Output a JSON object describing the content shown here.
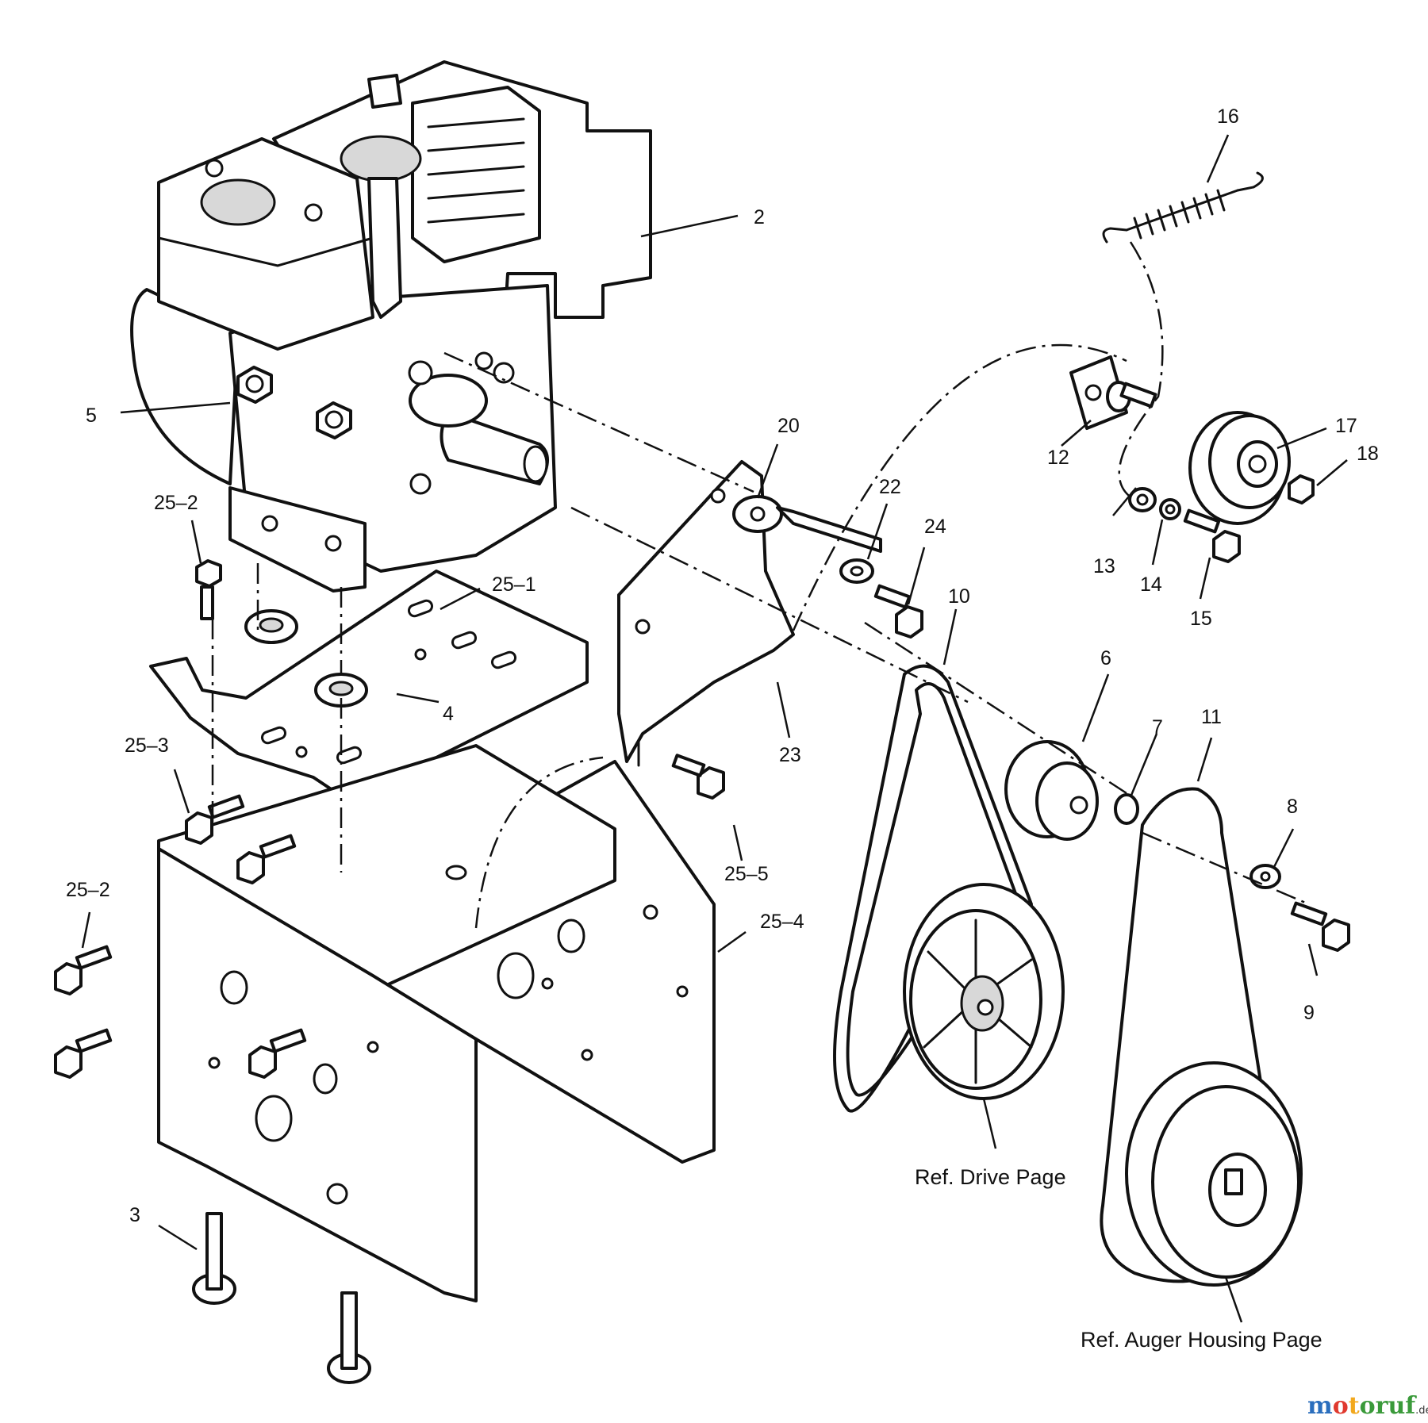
{
  "callouts": {
    "c2": "2",
    "c3": "3",
    "c4": "4",
    "c5": "5",
    "c6": "6",
    "c7": "7",
    "c8": "8",
    "c9": "9",
    "c10": "10",
    "c11": "11",
    "c12": "12",
    "c13": "13",
    "c14": "14",
    "c15": "15",
    "c16": "16",
    "c17": "17",
    "c18": "18",
    "c20": "20",
    "c22": "22",
    "c23": "23",
    "c24": "24",
    "c25_1": "25–1",
    "c25_2a": "25–2",
    "c25_2b": "25–2",
    "c25_3": "25–3",
    "c25_4": "25–4",
    "c25_5": "25–5"
  },
  "references": {
    "drive_page": "Ref. Drive Page",
    "auger_housing_page": "Ref. Auger Housing Page"
  },
  "watermark": {
    "brand": "motoruf",
    "suffix": ".de"
  },
  "colors": {
    "line": "#111111",
    "background": "#ffffff",
    "watermark_m": "#2a6ebd",
    "watermark_o": "#e03a2f",
    "watermark_t": "#f2a81d",
    "watermark_rest": "#3a9a3a"
  }
}
